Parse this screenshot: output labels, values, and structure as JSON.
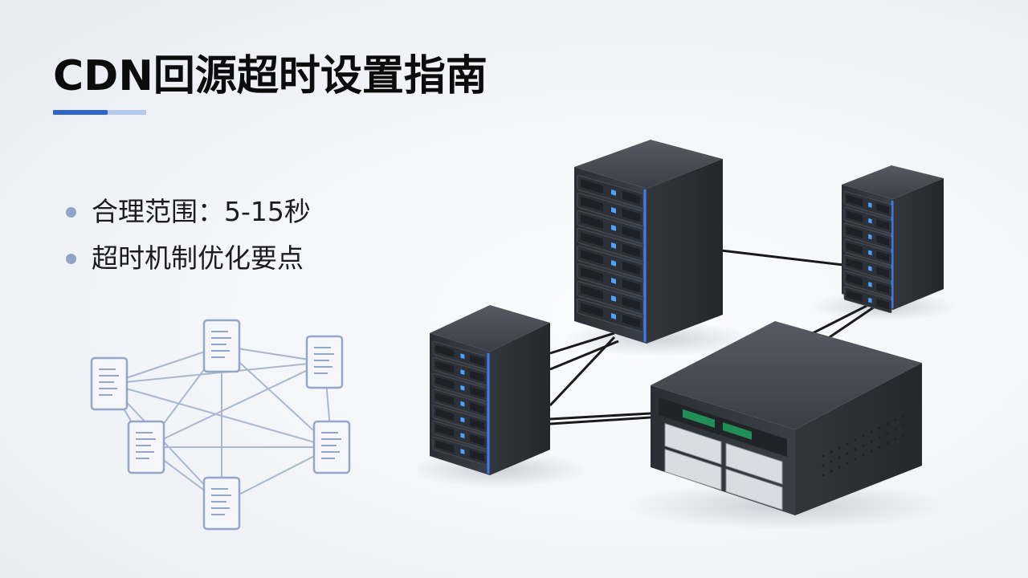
{
  "slide": {
    "title": "CDN回源超时设置指南",
    "bullets": [
      {
        "text": "合理范围：5-15秒"
      },
      {
        "text": "超时机制优化要点"
      }
    ]
  },
  "colors": {
    "accent_dark": "#2f64c8",
    "accent_light": "#b3c9ee",
    "bullet_dot": "#8fa6c8",
    "diagram_stroke": "#94a7c6",
    "server_body": "#2c3036",
    "server_glow": "#3a7bf0"
  },
  "icons": {
    "network_diagram": "document-network-icon",
    "servers": "server-rack-icon"
  }
}
